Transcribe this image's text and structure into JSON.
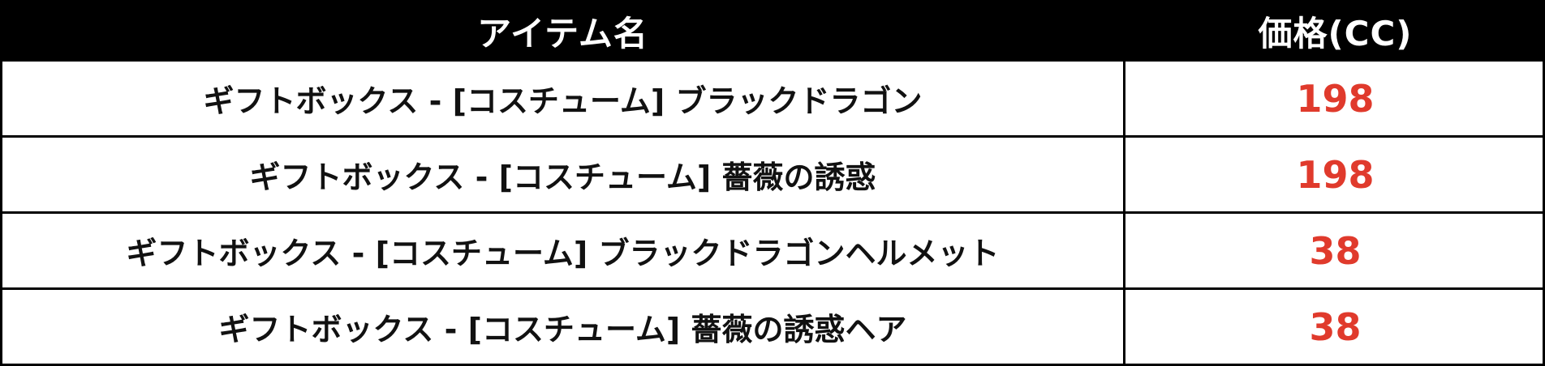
{
  "table": {
    "headers": {
      "name": "アイテム名",
      "price": "価格(CC)"
    },
    "rows": [
      {
        "name": "ギフトボックス - [コスチューム] ブラックドラゴン",
        "price": "198"
      },
      {
        "name": "ギフトボックス - [コスチューム] 薔薇の誘惑",
        "price": "198"
      },
      {
        "name": "ギフトボックス - [コスチューム] ブラックドラゴンヘルメット",
        "price": "38"
      },
      {
        "name": "ギフトボックス - [コスチューム] 薔薇の誘惑ヘア",
        "price": "38"
      }
    ]
  },
  "colors": {
    "header_bg": "#000000",
    "header_text": "#ffffff",
    "price_text": "#e03a2c",
    "border": "#000000"
  }
}
